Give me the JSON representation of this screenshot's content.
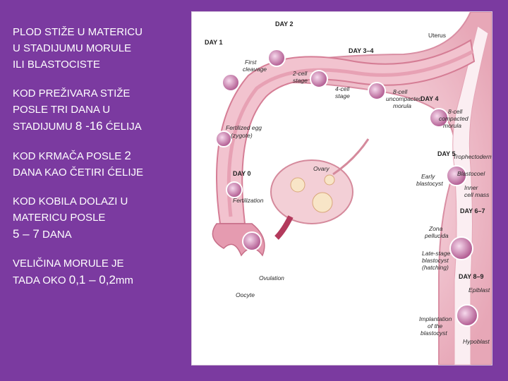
{
  "slide": {
    "paragraphs": [
      {
        "lines": [
          "PLOD STIŽE U MATERICU",
          "U STADIJUMU MORULE",
          "ILI BLASTOCISTE"
        ]
      },
      {
        "lines": [
          "KOD PREŽIVARA STIŽE",
          "POSLE TRI DANA U"
        ],
        "last_prefix": "STADIJUMU ",
        "last_big": "8 -16",
        "last_suffix": " ĆELIJA"
      },
      {
        "lines": [],
        "first_prefix": "KOD KRMAČA  POSLE ",
        "first_big": "2",
        "first_suffix": "",
        "after": [
          "DANA KAO ČETIRI ĆELIJE"
        ]
      },
      {
        "lines": [
          "KOD KOBILA DOLAZI U",
          "MATERICU POSLE"
        ],
        "last_prefix": "",
        "last_big": "5 – 7",
        "last_suffix": " DANA"
      },
      {
        "lines": [
          "VELIČINA MORULE JE"
        ],
        "last_prefix": "TADA OKO ",
        "last_big": "0,1 – 0,2",
        "last_suffix": "mm"
      }
    ]
  },
  "figure": {
    "labels": {
      "day1": "DAY 1",
      "day2": "DAY 2",
      "day34": "DAY 3–4",
      "day4": "DAY 4",
      "day5": "DAY 5",
      "day67": "DAY 6–7",
      "day89": "DAY 8–9",
      "day0": "DAY 0",
      "uterus": "Uterus",
      "first_cleavage_1": "First",
      "first_cleavage_2": "cleavage",
      "two_cell_1": "2-cell",
      "two_cell_2": "stage",
      "four_cell_1": "4-cell",
      "four_cell_2": "stage",
      "unc_1": "8-cell",
      "unc_2": "uncompacted",
      "unc_3": "morula",
      "comp_1": "8-cell",
      "comp_2": "compacted",
      "comp_3": "morula",
      "fert_egg_1": "Fertilized egg",
      "fert_egg_2": "(zygote)",
      "ovary": "Ovary",
      "fertilization": "Fertilization",
      "ovulation": "Ovulation",
      "oocyte": "Oocyte",
      "trophectoderm": "Trophectoderm",
      "early_1": "Early",
      "early_2": "blastocyst",
      "blastocoel": "Blastocoel",
      "icm_1": "Inner",
      "icm_2": "cell mass",
      "zona_1": "Zona",
      "zona_2": "pellucida",
      "late_1": "Late-stage",
      "late_2": "blastocyst",
      "late_3": "(hatching)",
      "epiblast": "Epiblast",
      "hypoblast": "Hypoblast",
      "impl_1": "Implantation",
      "impl_2": "of the",
      "impl_3": "blastocyst"
    }
  }
}
